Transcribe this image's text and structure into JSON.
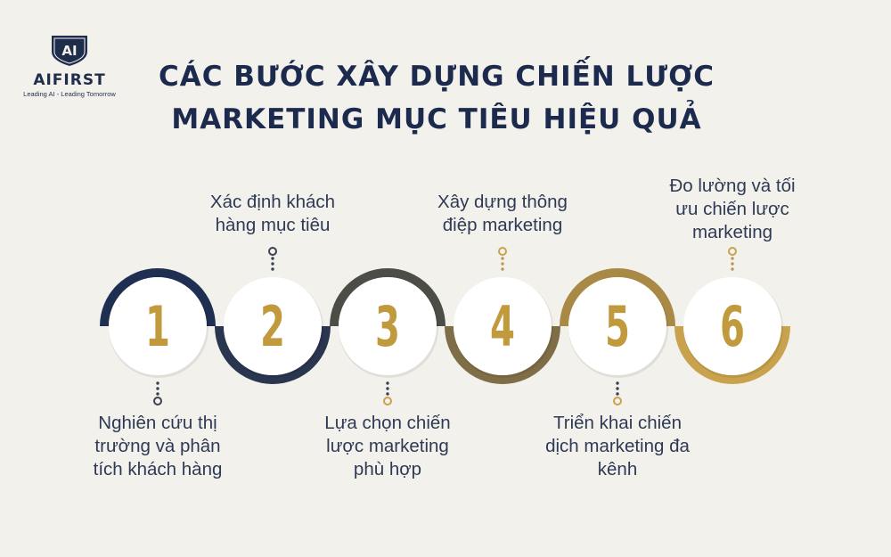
{
  "brand": {
    "name": "AIFIRST",
    "mark": "AI",
    "tagline": "Leading AI - Leading Tomorrow"
  },
  "title": {
    "line1": "CÁC BƯỚC XÂY DỰNG CHIẾN LƯỢC",
    "line2": "MARKETING MỤC TIÊU HIỆU QUẢ"
  },
  "colors": {
    "background": "#f3f1ec",
    "navy": "#1f2f4f",
    "gold": "#c9a24d",
    "number": "#c19a3e"
  },
  "steps": [
    {
      "number": "1",
      "label": "Nghiên cứu thị trường và phân tích khách hàng",
      "lines": [
        "Nghiên cứu thị",
        "trường và phân",
        "tích khách hàng"
      ],
      "position": "bottom",
      "ring": "#1e2f52"
    },
    {
      "number": "2",
      "label": "Xác định khách hàng mục tiêu",
      "lines": [
        "Xác định khách",
        "hàng mục tiêu"
      ],
      "position": "top",
      "ring": "#2a3550"
    },
    {
      "number": "3",
      "label": "Lựa chọn chiến lược marketing phù hợp",
      "lines": [
        "Lựa chọn chiến",
        "lược marketing",
        "phù hợp"
      ],
      "position": "bottom",
      "ring": "#4d4d47"
    },
    {
      "number": "4",
      "label": "Xây dựng thông điệp marketing",
      "lines": [
        "Xây dựng thông",
        "điệp marketing"
      ],
      "position": "top",
      "ring": "#7e6d46"
    },
    {
      "number": "5",
      "label": "Triển khai chiến dịch marketing đa kênh",
      "lines": [
        "Triển khai chiến",
        "dịch marketing đa",
        "kênh"
      ],
      "position": "bottom",
      "ring": "#a88a46"
    },
    {
      "number": "6",
      "label": "Đo lường và tối ưu chiến lược marketing",
      "lines": [
        "Đo lường và tối",
        "ưu chiến lược",
        "marketing"
      ],
      "position": "top",
      "ring": "#c9a24d"
    }
  ]
}
